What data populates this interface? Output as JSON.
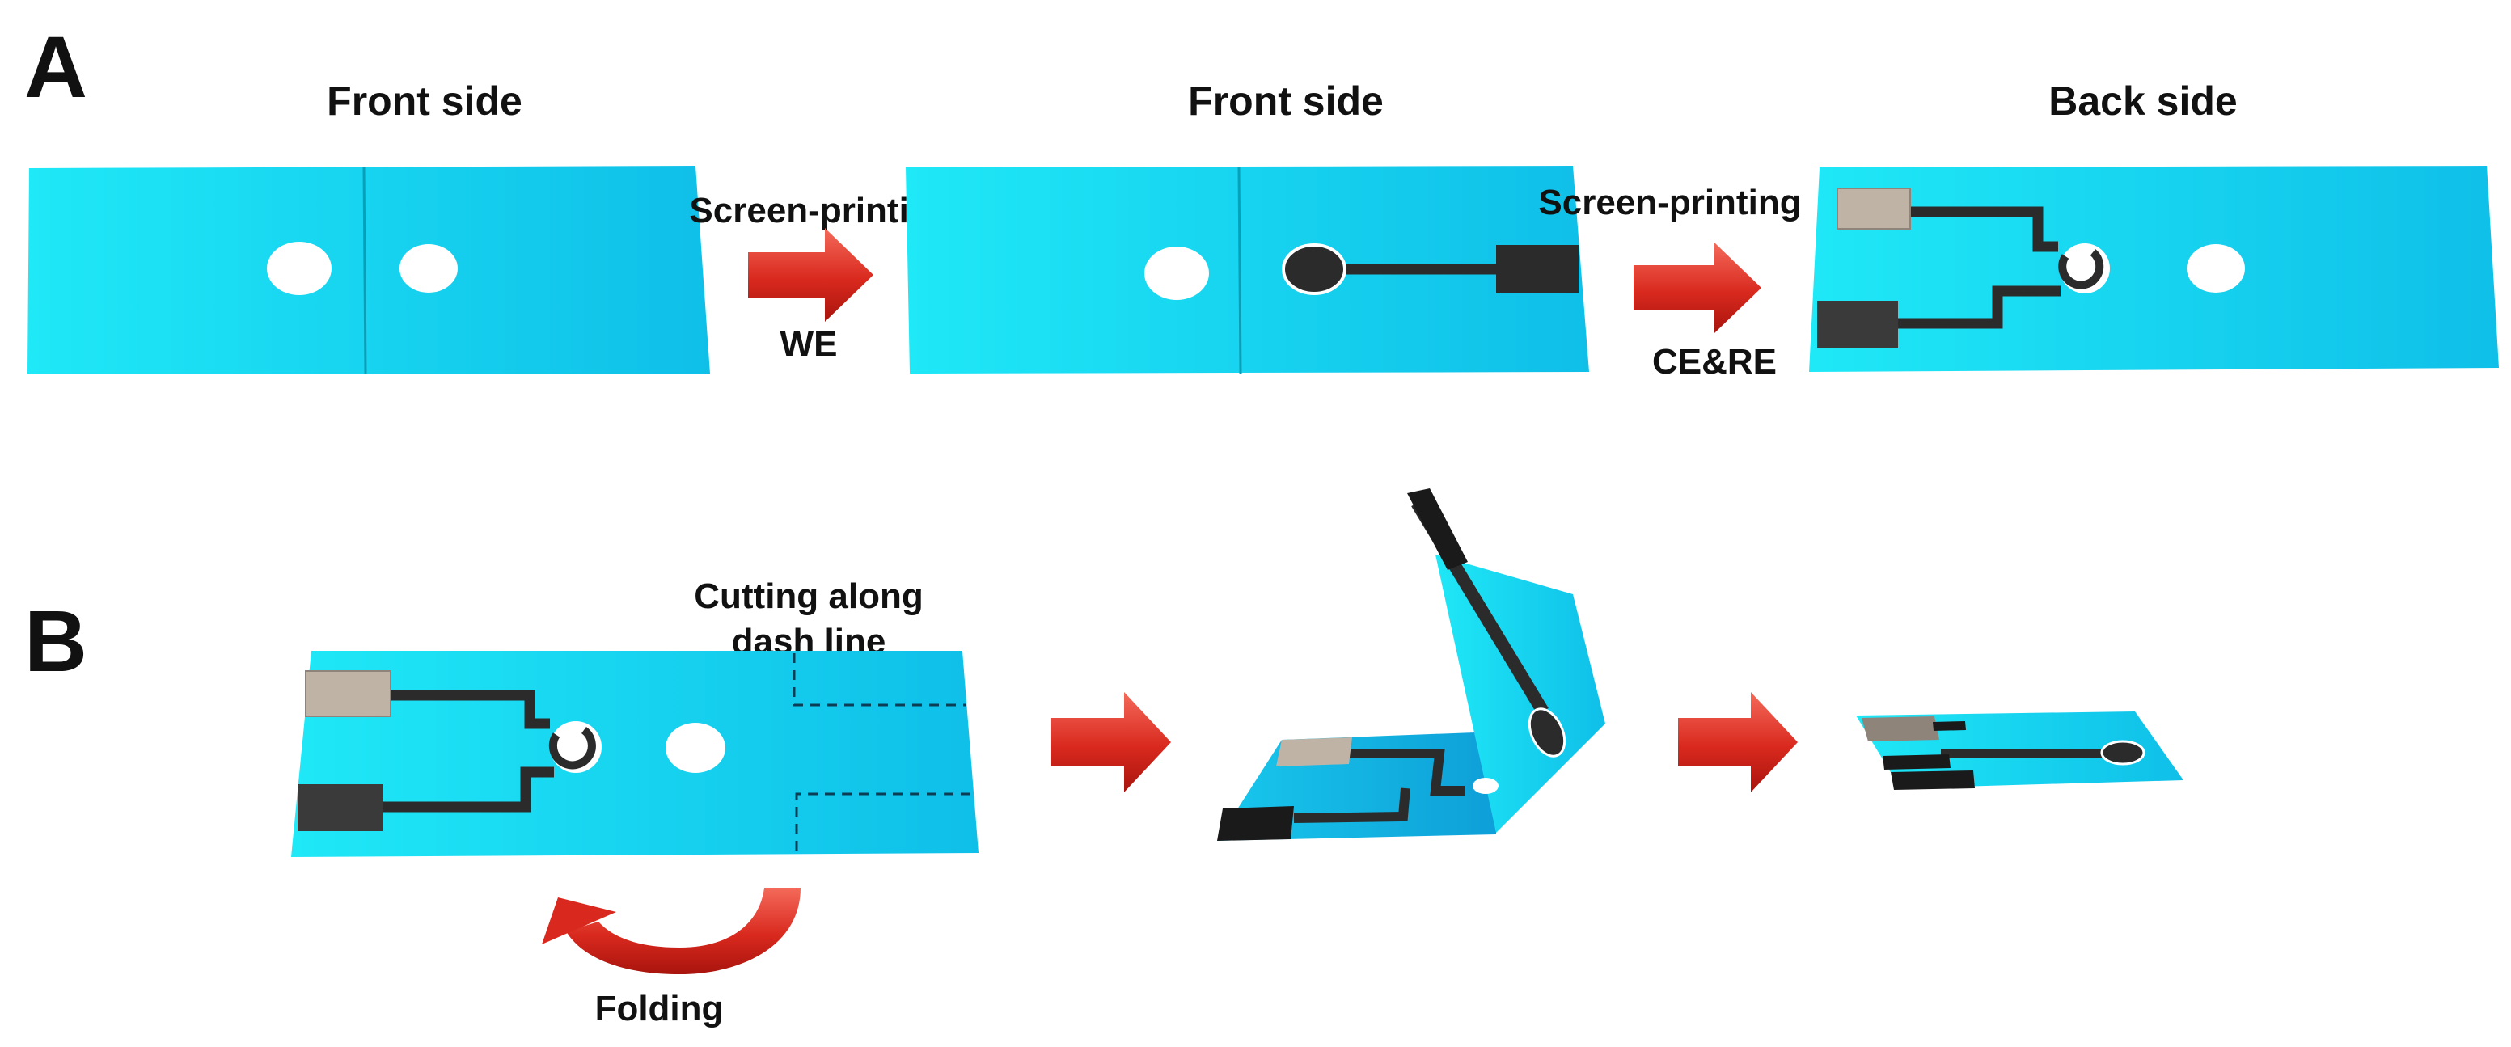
{
  "panels": {
    "a": {
      "label": "A"
    },
    "b": {
      "label": "B"
    }
  },
  "row_a": {
    "card1_title": "Front side",
    "card2_title": "Front side",
    "card3_title": "Back side",
    "arrow1_top": "Screen-printing",
    "arrow1_bottom": "WE",
    "arrow2_top": "Screen-printing",
    "arrow2_bottom": "CE&RE"
  },
  "row_b": {
    "cut_line1": "Cutting along",
    "cut_line2": "dash line",
    "folding": "Folding"
  },
  "colors": {
    "substrate": "#13dcf0",
    "ink": "#2b2b2b",
    "reference": "#bfb3a6",
    "arrow": "#e23a2e"
  }
}
